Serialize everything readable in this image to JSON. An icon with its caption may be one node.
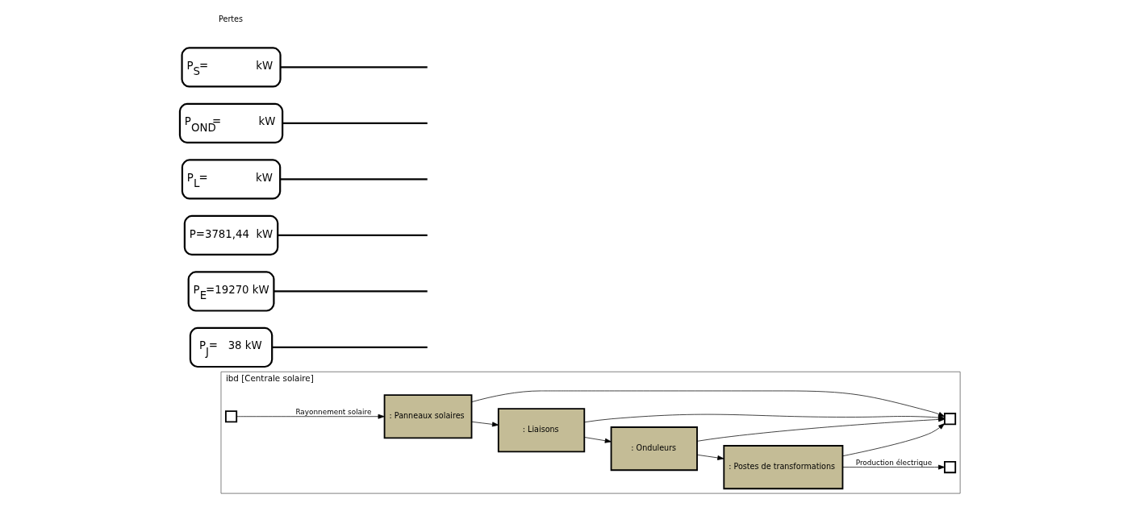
{
  "diagram": {
    "nodes": [
      {
        "text": [
          "ibd [Centrale solaire]"
        ]
      },
      {
        "text": [],
        "shape": "box",
        "in": 0
      },
      {
        "text": [
          ": Panneaux solaires"
        ],
        "in": 0
      },
      {
        "text": [
          ": Liaisons"
        ],
        "in": 0
      },
      {
        "text": [
          ": Onduleurs"
        ],
        "in": 0
      },
      {
        "text": [
          ": Postes de transformations"
        ],
        "in": 0
      },
      {
        "text": [],
        "shape": "box",
        "in": 0
      },
      {
        "text": [],
        "shape": "box",
        "in": 0
      },
      {
        "text": [
          "P$_{J}$=   38 kW"
        ]
      },
      {
        "text": [
          "P$_{E}$=19270 kW"
        ]
      },
      {
        "text": [
          "P=3781,44  kW"
        ]
      },
      {
        "text": [
          "P$_{L}$=              kW"
        ]
      },
      {
        "text": [
          "P$_{OND}$=           kW"
        ]
      },
      {
        "text": [
          "P$_{S}$=              kW"
        ]
      }
    ],
    "edges": [
      {
        "from": 1,
        "to": 2,
        "arrow": "to",
        "label": "Rayonnement solaire"
      },
      {
        "from": 2,
        "to": 3,
        "arrow": "to"
      },
      {
        "from": 3,
        "to": 4,
        "arrow": "to"
      },
      {
        "from": 4,
        "to": 5,
        "arrow": "to"
      },
      {
        "from": 5,
        "to": 7,
        "arrow": "to",
        "label": "Production électrique"
      },
      {
        "from": 2,
        "to": 6,
        "arrow": "to"
      },
      {
        "from": 3,
        "to": 6,
        "arrow": "to"
      },
      {
        "from": 4,
        "to": 6,
        "arrow": "to"
      },
      {
        "from": 5,
        "to": 6,
        "arrow": "to"
      },
      {
        "from": 8,
        "to": null,
        "arrow": "none"
      },
      {
        "from": 9,
        "to": null,
        "arrow": "none"
      },
      {
        "from": 10,
        "to": null,
        "arrow": "none"
      },
      {
        "from": 11,
        "to": null,
        "arrow": "none"
      },
      {
        "from": 12,
        "to": null,
        "arrow": "none"
      },
      {
        "from": 13,
        "to": null,
        "arrow": "none"
      }
    ],
    "labels": [
      "Pertes"
    ]
  }
}
